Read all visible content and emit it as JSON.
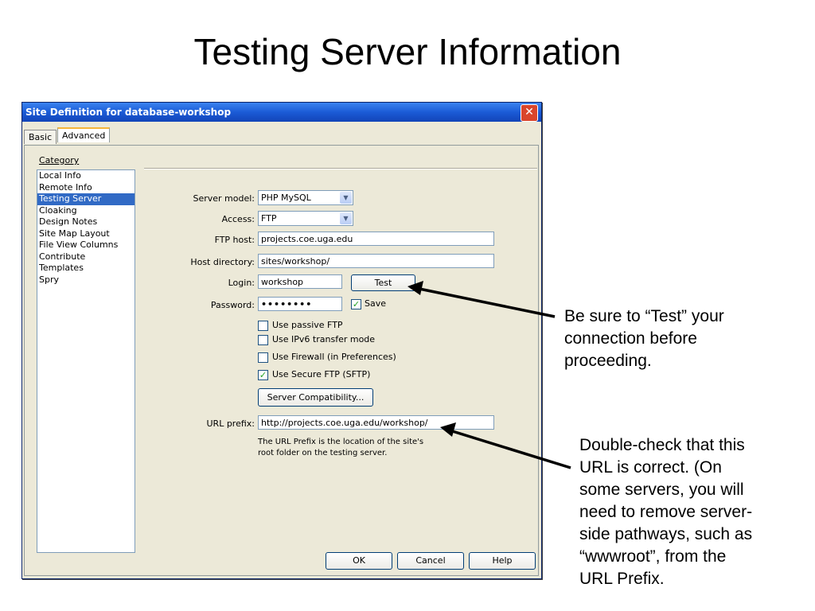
{
  "slide": {
    "title": "Testing Server Information"
  },
  "dialog": {
    "title": "Site Definition for database-workshop",
    "close_glyph": "✕",
    "tabs": [
      {
        "label": "Basic"
      },
      {
        "label": "Advanced"
      }
    ],
    "category_label": "Category",
    "categories": [
      {
        "label": "Local Info"
      },
      {
        "label": "Remote Info"
      },
      {
        "label": "Testing Server"
      },
      {
        "label": "Cloaking"
      },
      {
        "label": "Design Notes"
      },
      {
        "label": "Site Map Layout"
      },
      {
        "label": "File View Columns"
      },
      {
        "label": "Contribute"
      },
      {
        "label": "Templates"
      },
      {
        "label": "Spry"
      }
    ],
    "selected_category": "Testing Server",
    "form": {
      "server_model": {
        "label": "Server model:",
        "value": "PHP MySQL"
      },
      "access": {
        "label": "Access:",
        "value": "FTP"
      },
      "ftp_host": {
        "label": "FTP host:",
        "value": "projects.coe.uga.edu"
      },
      "host_directory": {
        "label": "Host directory:",
        "value": "sites/workshop/"
      },
      "login": {
        "label": "Login:",
        "value": "workshop"
      },
      "test_button": "Test",
      "password": {
        "label": "Password:",
        "value": "••••••••"
      },
      "save": {
        "label": "Save",
        "checked": true
      },
      "checkboxes": [
        {
          "label": "Use passive FTP",
          "checked": false
        },
        {
          "label": "Use IPv6 transfer mode",
          "checked": false
        },
        {
          "label": "Use Firewall (in Preferences)",
          "checked": false
        },
        {
          "label": "Use Secure FTP (SFTP)",
          "checked": true
        }
      ],
      "server_compat_button": "Server Compatibility...",
      "url_prefix": {
        "label": "URL prefix:",
        "value": "http://projects.coe.uga.edu/workshop/"
      },
      "url_hint_line1": "The URL Prefix is the location of the site's",
      "url_hint_line2": "root folder on the testing server."
    },
    "buttons": {
      "ok": "OK",
      "cancel": "Cancel",
      "help": "Help"
    }
  },
  "annotations": {
    "test_note": [
      "Be sure to “Test” your",
      "connection before",
      "proceeding."
    ],
    "url_note": [
      "Double-check that this",
      "URL is correct. (On",
      "some servers, you will",
      "need to remove server-",
      "side pathways, such as",
      "“wwwroot”, from the",
      "URL Prefix."
    ]
  },
  "colors": {
    "title_bar": "#1b5bd6",
    "selection": "#316ac5",
    "dialog_bg": "#ece9d8",
    "close": "#d9452b",
    "check": "#21a121"
  }
}
